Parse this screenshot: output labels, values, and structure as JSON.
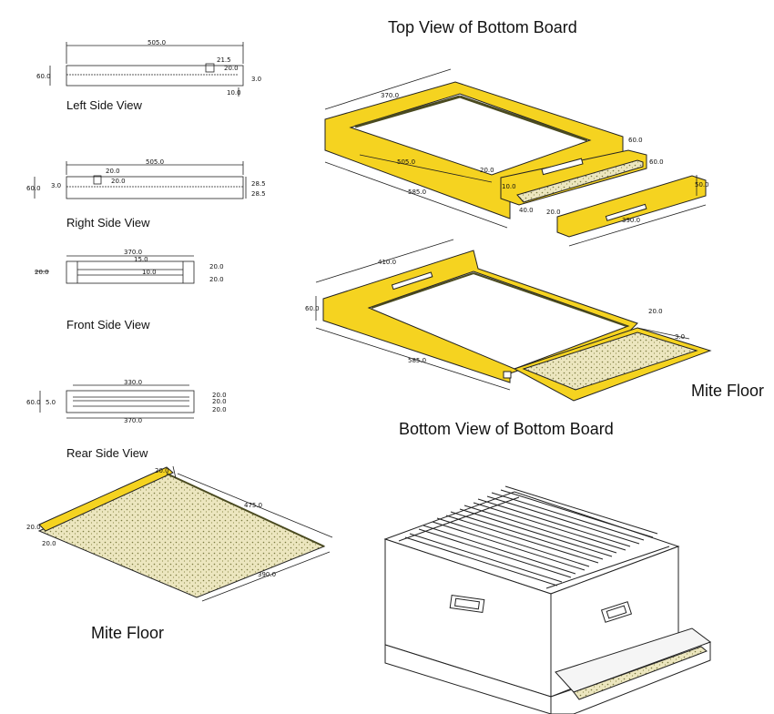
{
  "titles": {
    "top_view": "Top View of Bottom Board",
    "bottom_view": "Bottom View of Bottom Board",
    "mite_floor_right": "Mite Floor",
    "mite_floor_bottom": "Mite Floor"
  },
  "views": {
    "left_side": {
      "label": "Left Side View",
      "dims": {
        "length": "505.0",
        "height": "60.0",
        "d1": "21.5",
        "d2": "20.0",
        "d3": "3.0",
        "d4": "10.0"
      }
    },
    "right_side": {
      "label": "Right Side View",
      "dims": {
        "length": "505.0",
        "height": "60.0",
        "d1": "20.0",
        "d2": "20.0",
        "d3": "3.0",
        "d4": "28.5",
        "d5": "28.5"
      }
    },
    "front_side": {
      "label": "Front Side View",
      "dims": {
        "width": "370.0",
        "d1": "15.0",
        "d2": "20.0",
        "d3": "10.0",
        "d4": "20.0",
        "d5": "20.0"
      }
    },
    "rear_side": {
      "label": "Rear Side View",
      "dims": {
        "inner": "330.0",
        "outer": "370.0",
        "height": "60.0",
        "slot": "5.0",
        "d1": "20.0",
        "d2": "20.0",
        "d3": "20.0"
      }
    }
  },
  "top_iso": {
    "dims": {
      "width": "370.0",
      "inner": "505.0",
      "length": "585.0",
      "d60a": "60.0",
      "d60b": "60.0",
      "d20": "20.0",
      "d10": "10.0",
      "d40": "40.0",
      "d20b": "20.0",
      "d50": "50.0",
      "d390": "390.0"
    }
  },
  "bottom_iso": {
    "dims": {
      "width": "410.0",
      "height": "60.0",
      "length": "585.0",
      "d20": "20.0",
      "d3": "3.0"
    }
  },
  "mite_floor_iso": {
    "dims": {
      "length": "475.0",
      "width": "390.0",
      "t1": "20.0",
      "t2": "20.0",
      "t3": "20.0"
    }
  },
  "colors": {
    "wood": "#f5d320",
    "outline": "#222222",
    "screen": "#e8e0b0",
    "screen_dots": "#6b6b3a"
  }
}
